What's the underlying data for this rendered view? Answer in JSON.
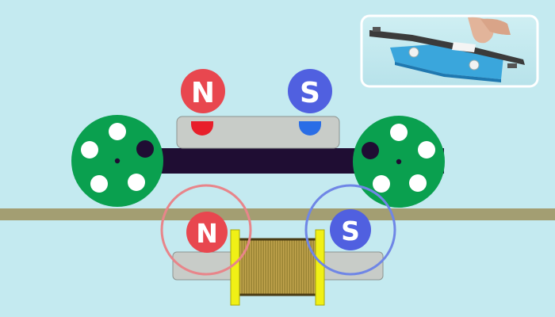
{
  "colors": {
    "background": "#c4eaf0",
    "track": "#a39e72",
    "reel": "#0aa04f",
    "reel_hole": "#ffffff",
    "tape": "#1f0d33",
    "magnet_bar": "#c8ccc8",
    "north": "#e8474f",
    "south": "#5060e0",
    "north_dot": "#e81e2a",
    "south_dot": "#2a6de6",
    "coil": "#a08a3a",
    "coil_flange": "#f0f016",
    "inset_panel": "#d9f4f7",
    "inset_border": "#ffffff"
  },
  "labels": {
    "top_north": "N",
    "top_south": "S",
    "head_north": "N",
    "head_south": "S"
  },
  "icons": {
    "left_reel": "reel-icon",
    "right_reel": "reel-icon",
    "inset": "photo-of-tape-head-model"
  }
}
